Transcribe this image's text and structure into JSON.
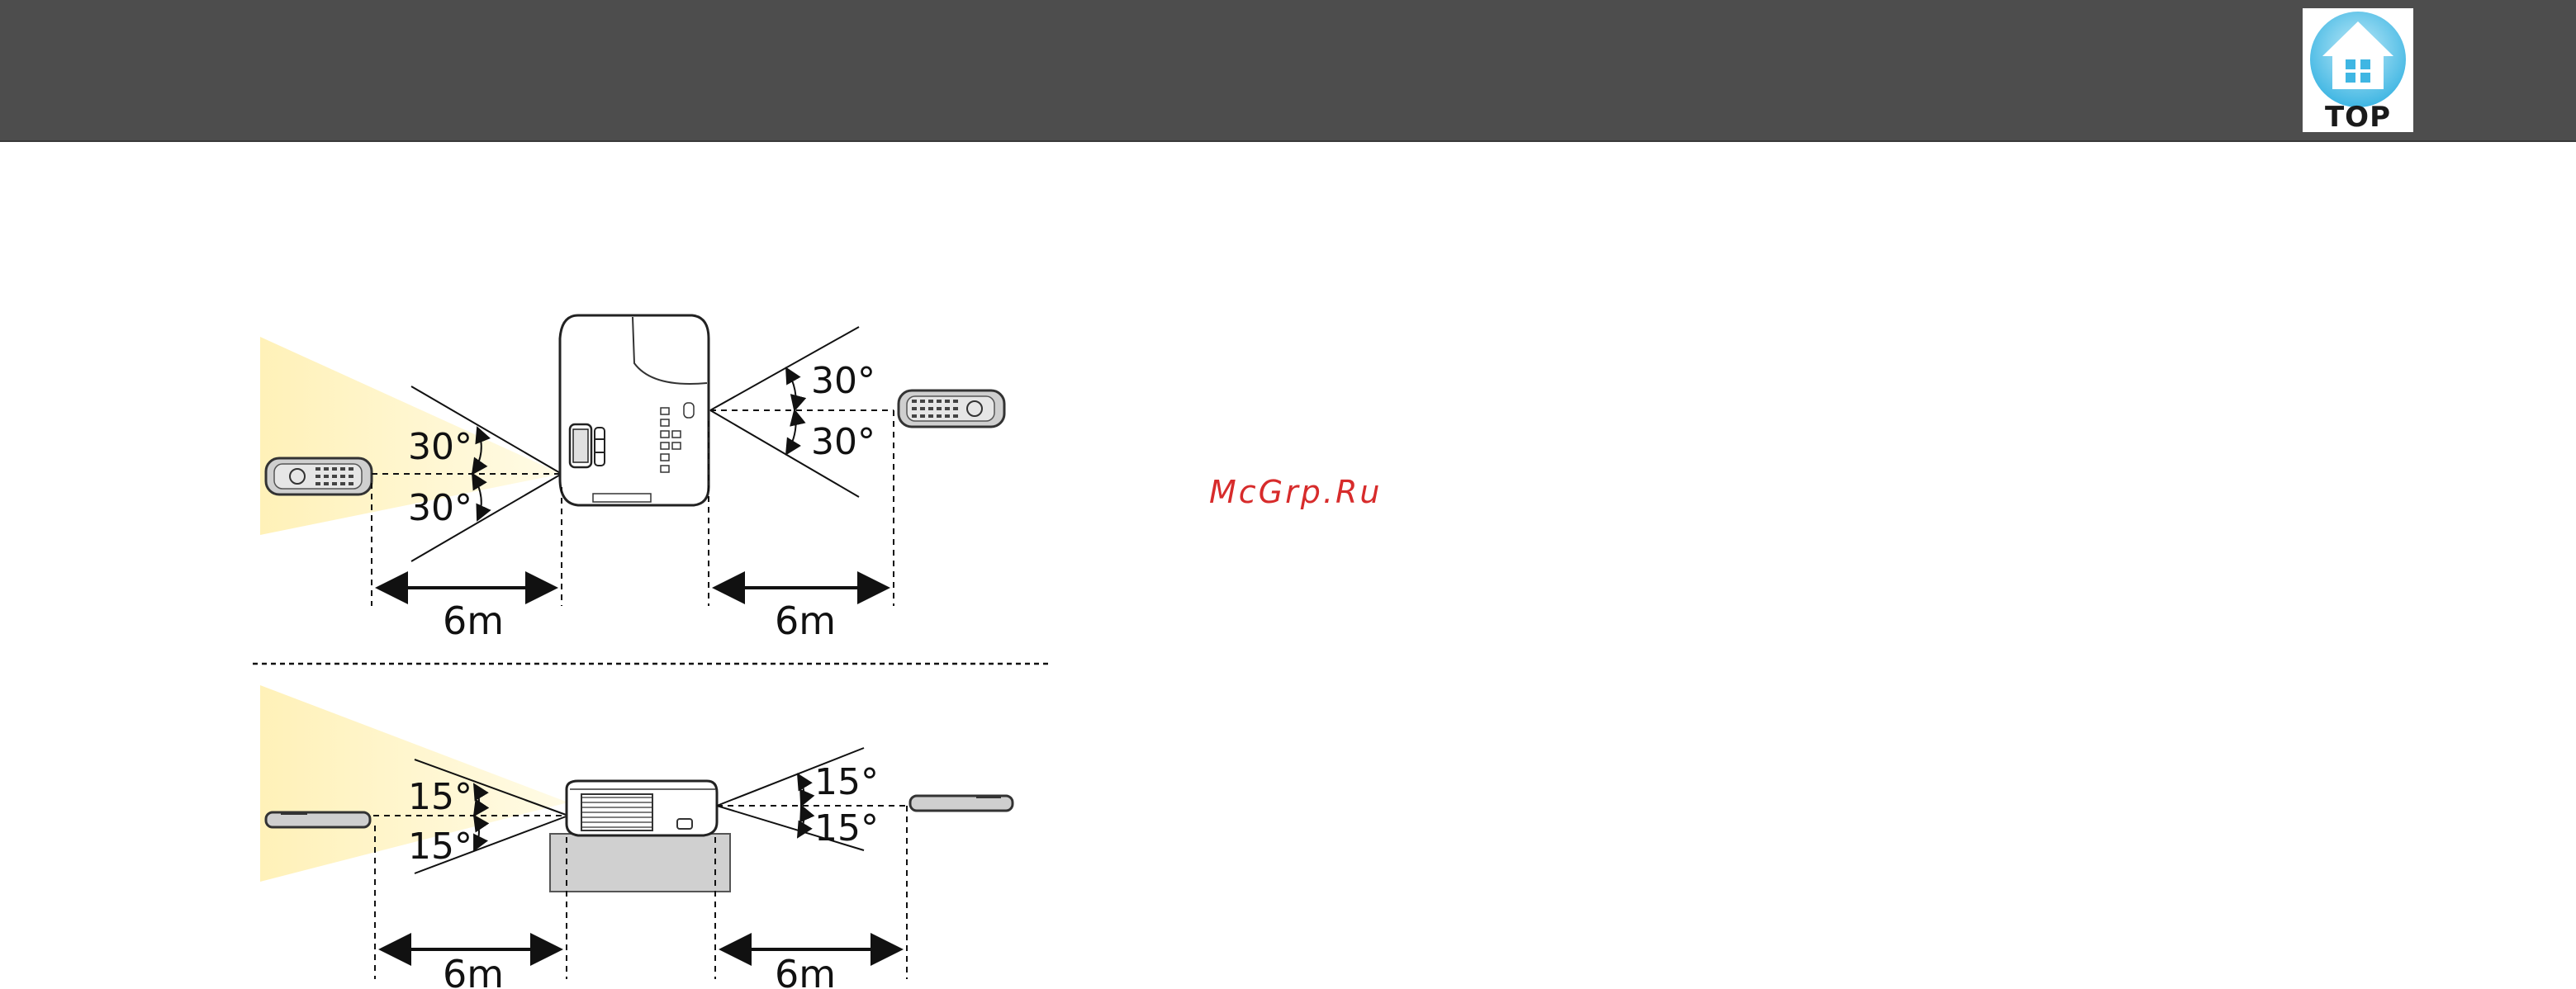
{
  "header": {
    "top_button_label": "TOP"
  },
  "watermark": {
    "text": "McGrp.Ru"
  },
  "diagram_top": {
    "left_upper_angle": "30°",
    "left_lower_angle": "30°",
    "right_upper_angle": "30°",
    "right_lower_angle": "30°",
    "left_distance": "6m",
    "right_distance": "6m"
  },
  "diagram_bottom": {
    "left_upper_angle": "15°",
    "left_lower_angle": "15°",
    "right_upper_angle": "15°",
    "right_lower_angle": "15°",
    "left_distance": "6m",
    "right_distance": "6m"
  },
  "colors": {
    "header": "#4d4d4d",
    "top_icon": "#3fb6e3",
    "watermark": "#d72b2b",
    "beam": "#fff4c2"
  }
}
